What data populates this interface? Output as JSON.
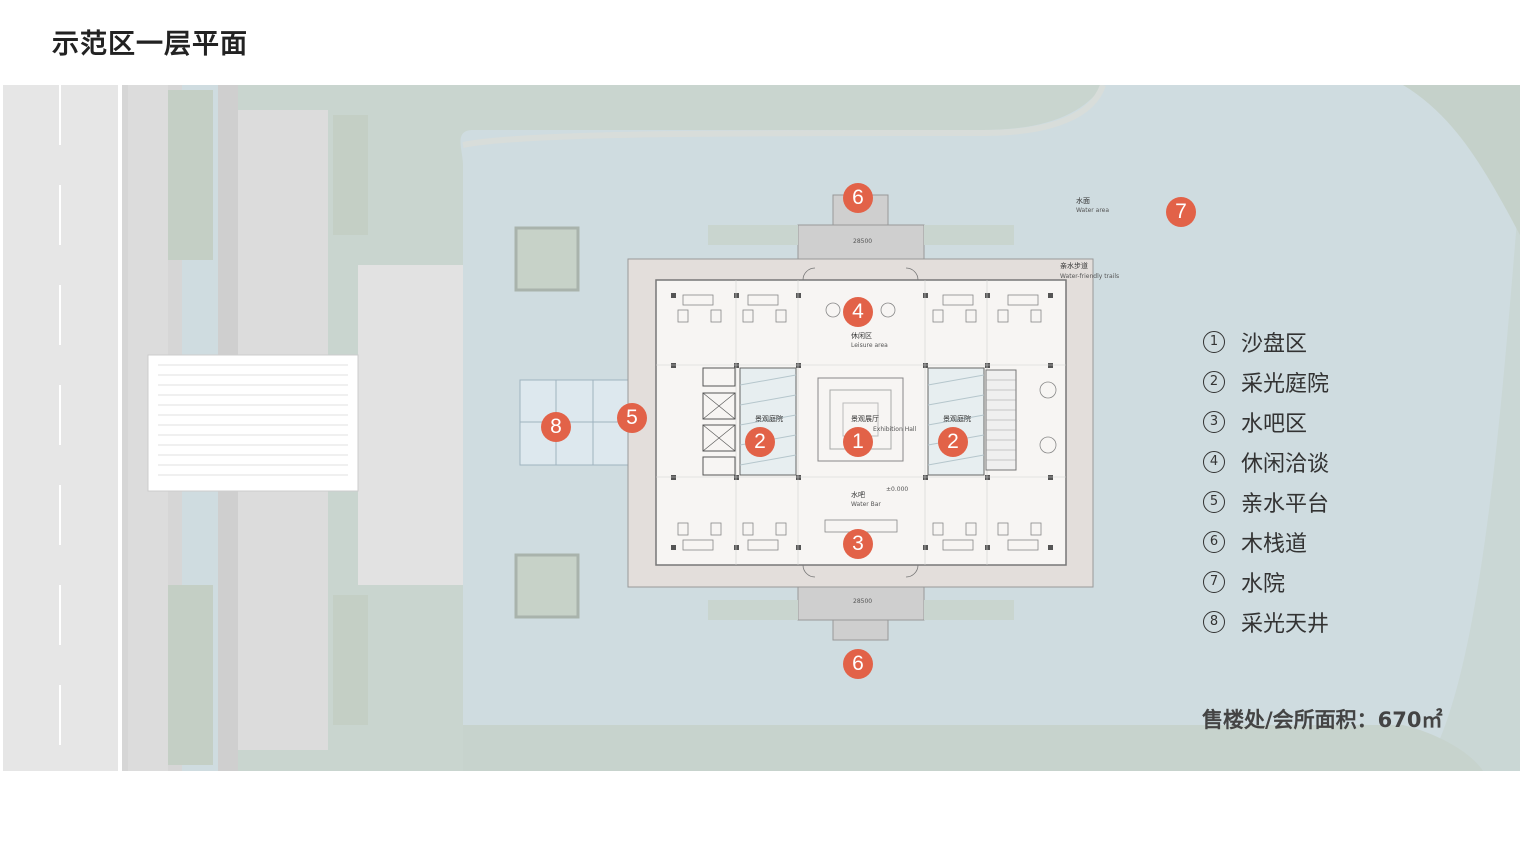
{
  "title": "示范区一层平面",
  "legend": [
    {
      "num": "1",
      "label": "沙盘区"
    },
    {
      "num": "2",
      "label": "采光庭院"
    },
    {
      "num": "3",
      "label": "水吧区"
    },
    {
      "num": "4",
      "label": "休闲洽谈"
    },
    {
      "num": "5",
      "label": "亲水平台"
    },
    {
      "num": "6",
      "label": "木栈道"
    },
    {
      "num": "7",
      "label": "水院"
    },
    {
      "num": "8",
      "label": "采光天井"
    }
  ],
  "area_note": "售楼处/会所面积：670㎡",
  "markers": {
    "m1": "1",
    "m2a": "2",
    "m2b": "2",
    "m3": "3",
    "m4": "4",
    "m5": "5",
    "m6a": "6",
    "m6b": "6",
    "m7": "7",
    "m8": "8"
  },
  "plan_labels": {
    "water_area": "水面",
    "water_area_en": "Water area",
    "waterfront_path": "亲水步道",
    "waterfront_path_en": "Water-friendly trails",
    "leisure": "休闲区",
    "leisure_en": "Leisure area",
    "hall": "景观展厅",
    "hall_en": "Exhibition Hall",
    "courtyard_left": "景观庭院",
    "courtyard_right": "景观庭院",
    "water_bar": "水吧",
    "water_bar_en": "Water Bar",
    "elevation": "±0.000",
    "dim_top": "28500",
    "dim_bottom": "28500"
  },
  "colors": {
    "marker": "#e26248",
    "water": "#cfdde0",
    "lawn": "#c5d0c9",
    "road": "#e6e6e6",
    "building": "#f5f3f1"
  }
}
